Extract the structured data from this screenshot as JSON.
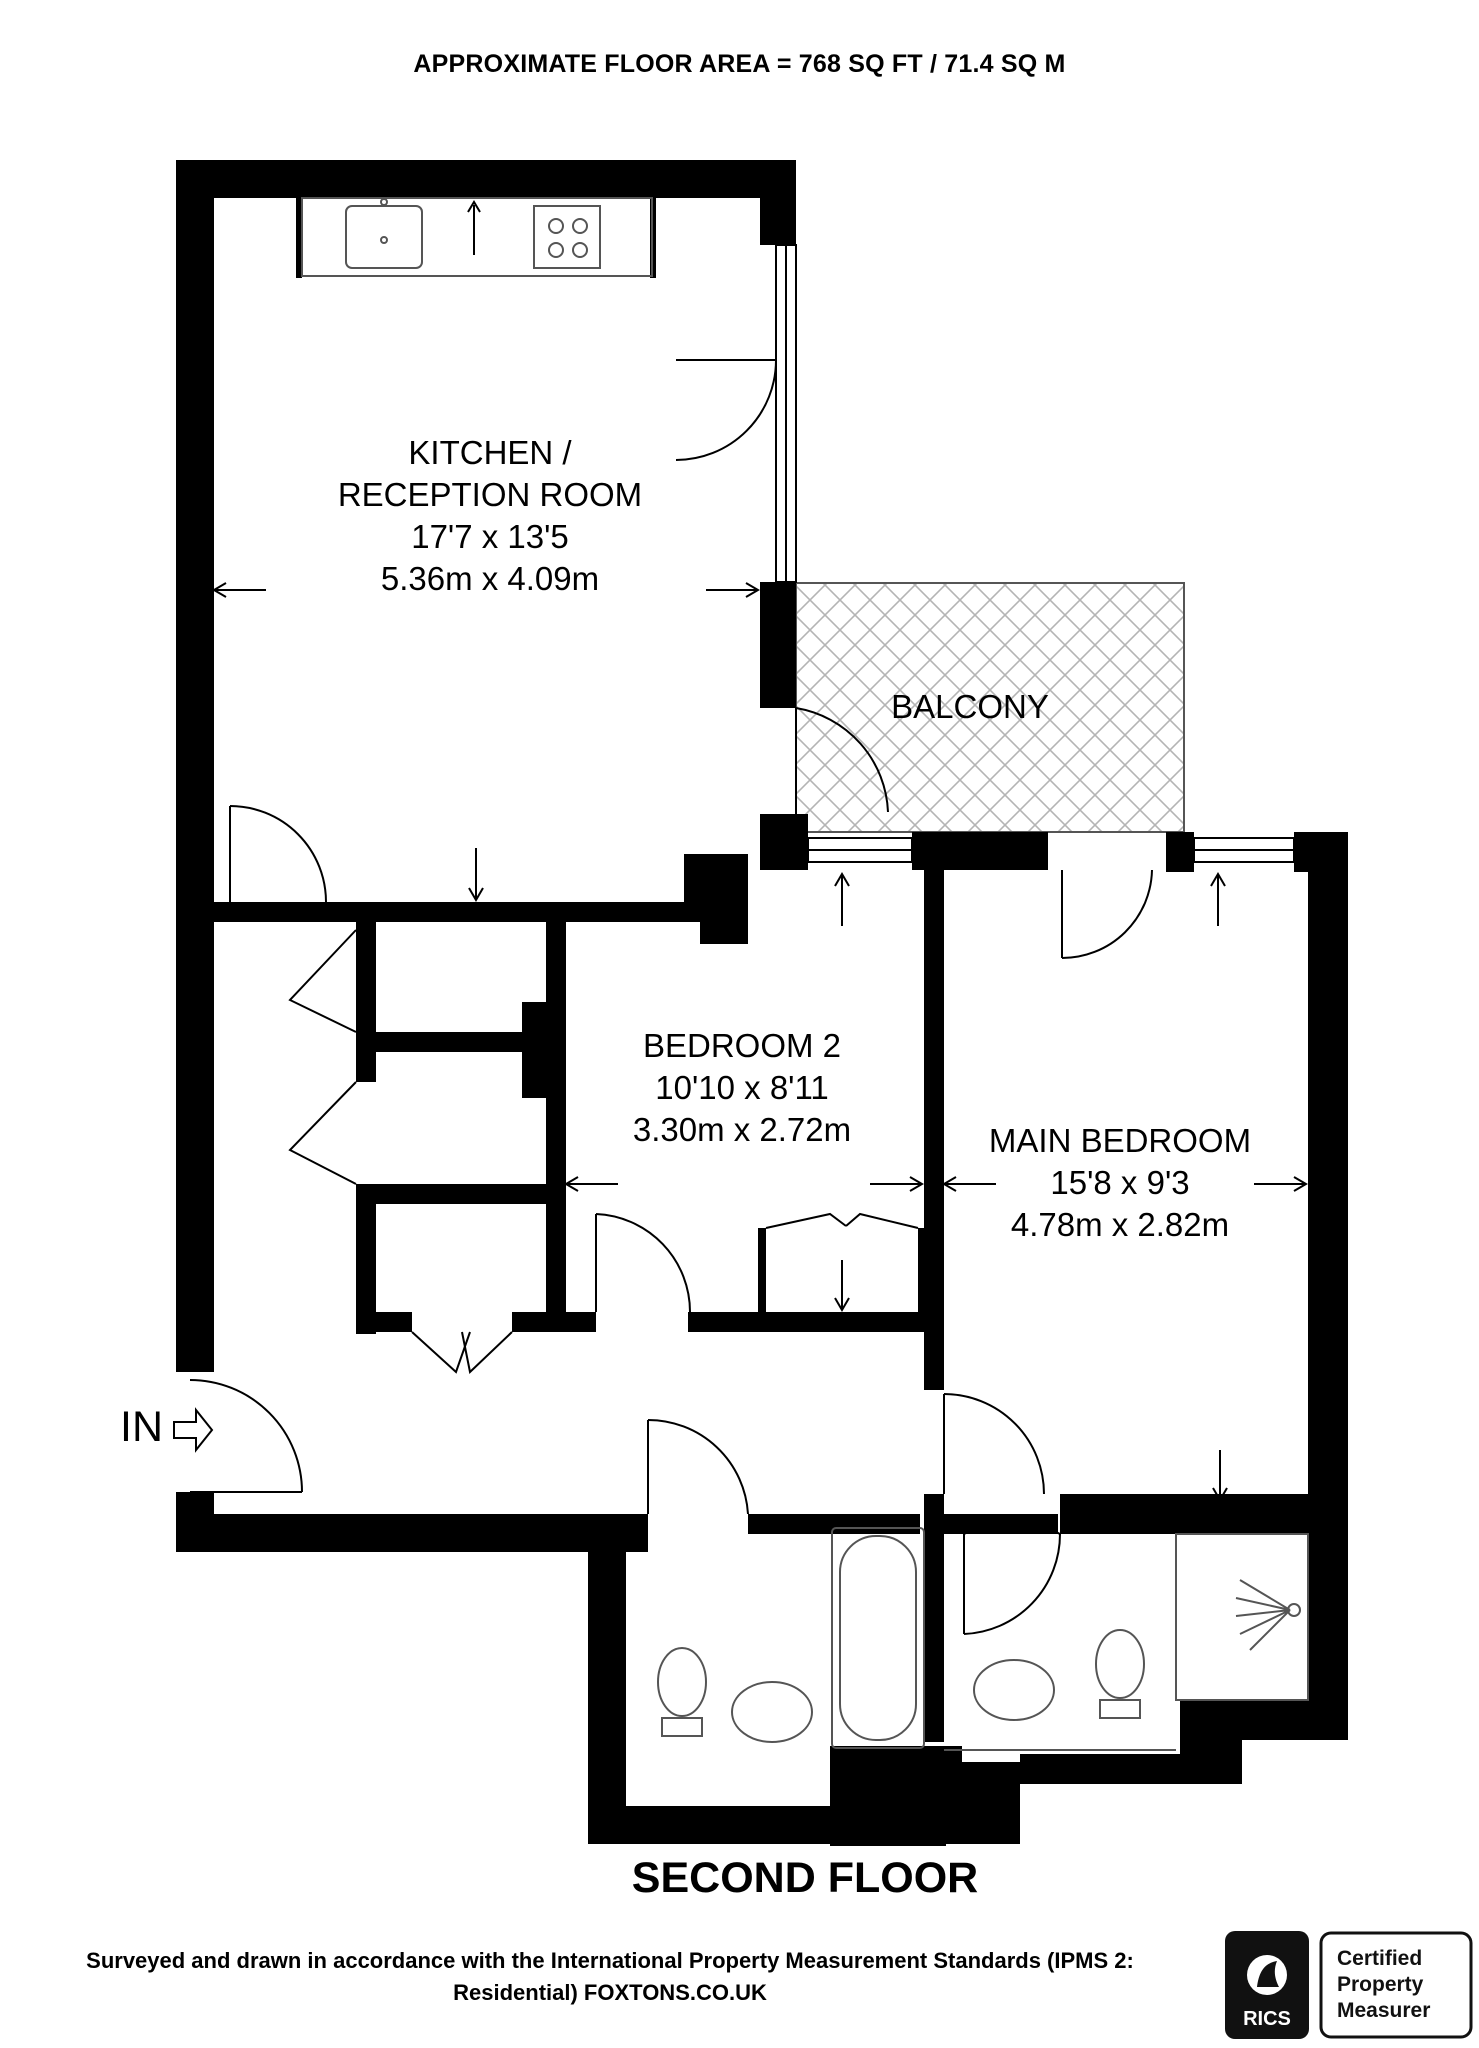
{
  "header": {
    "floor_area": "APPROXIMATE FLOOR AREA = 768 SQ FT / 71.4 SQ M"
  },
  "rooms": {
    "kitchen": {
      "name_line1": "KITCHEN /",
      "name_line2": "RECEPTION ROOM",
      "imperial": "17'7 x 13'5",
      "metric": "5.36m x 4.09m"
    },
    "balcony": {
      "name": "BALCONY"
    },
    "bedroom2": {
      "name": "BEDROOM 2",
      "imperial": "10'10 x 8'11",
      "metric": "3.30m x 2.72m"
    },
    "main_bedroom": {
      "name": "MAIN BEDROOM",
      "imperial": "15'8 x 9'3",
      "metric": "4.78m x 2.82m"
    }
  },
  "entrance": {
    "label": "IN"
  },
  "floor_name": "SECOND FLOOR",
  "footer": {
    "line1": "Surveyed and drawn in accordance with the International Property Measurement Standards (IPMS 2:",
    "line2": "Residential) FOXTONS.CO.UK"
  },
  "badge": {
    "brand": "RICS",
    "line1": "Certified",
    "line2": "Property",
    "line3": "Measurer"
  },
  "colors": {
    "wall": "#000000",
    "background": "#ffffff",
    "hatch": "#b4b4b4",
    "fixture_stroke": "#555555"
  }
}
